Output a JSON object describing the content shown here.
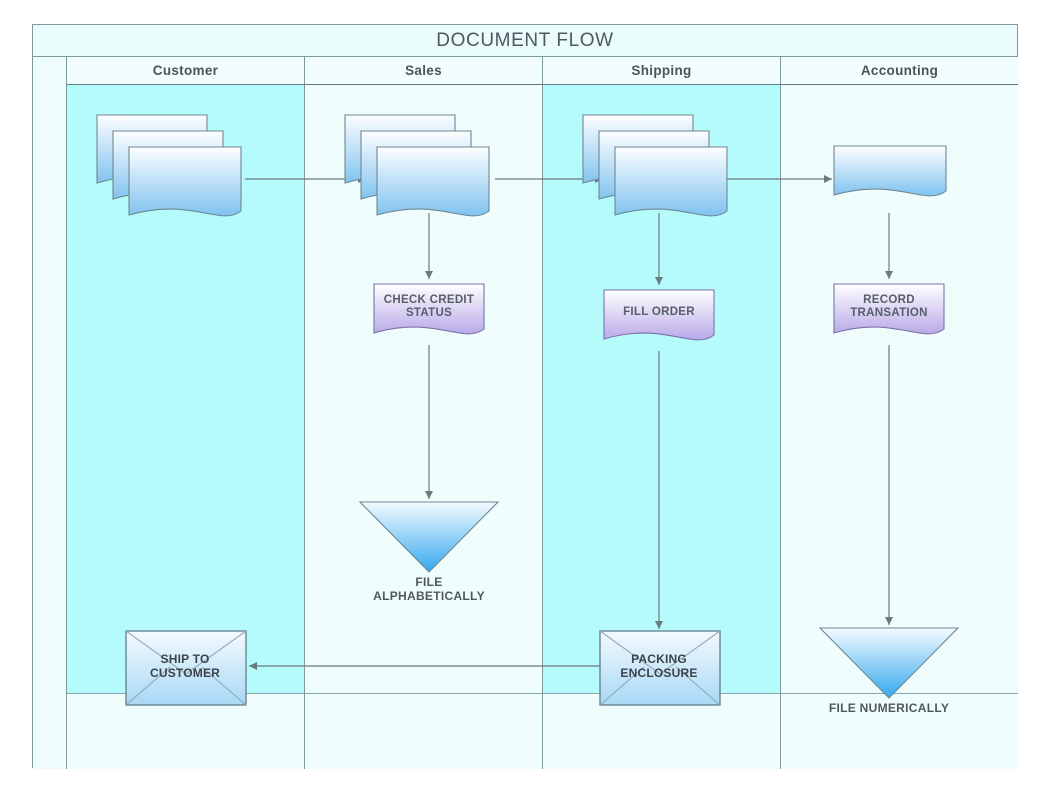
{
  "diagram": {
    "title": "DOCUMENT FLOW",
    "type": "cross-functional-flowchart",
    "lanes": [
      {
        "id": "customer",
        "label": "Customer",
        "highlighted": true
      },
      {
        "id": "sales",
        "label": "Sales",
        "highlighted": false
      },
      {
        "id": "shipping",
        "label": "Shipping",
        "highlighted": true
      },
      {
        "id": "accounting",
        "label": "Accounting",
        "highlighted": false
      }
    ],
    "colors": {
      "frame_border": "#7d9aa0",
      "lane_highlight": "#b5fbfb",
      "lane_plain": "#effefd",
      "title_band": "#eafcfb",
      "document_fill_start": "#fdfeff",
      "document_fill_end": "#7fc2f0",
      "process_fill_start": "#ffffff",
      "process_fill_end": "#b9a9e8",
      "triangle_fill_start": "#f4fbff",
      "triangle_fill_end": "#34a8ef",
      "envelope_fill_start": "#f4fafe",
      "envelope_fill_end": "#a8d8f5",
      "connector": "#6c7a80",
      "text": "#4a5459"
    },
    "nodes": [
      {
        "id": "customer-docs",
        "lane": "customer",
        "shape": "multi-document",
        "label": ""
      },
      {
        "id": "sales-docs",
        "lane": "sales",
        "shape": "multi-document",
        "label": ""
      },
      {
        "id": "shipping-docs",
        "lane": "shipping",
        "shape": "multi-document",
        "label": ""
      },
      {
        "id": "accounting-doc",
        "lane": "accounting",
        "shape": "document",
        "label": ""
      },
      {
        "id": "check-credit",
        "lane": "sales",
        "shape": "document",
        "label": "CHECK CREDIT STATUS"
      },
      {
        "id": "fill-order",
        "lane": "shipping",
        "shape": "document",
        "label": "FILL ORDER"
      },
      {
        "id": "record-transaction",
        "lane": "accounting",
        "shape": "document",
        "label": "RECORD TRANSATION"
      },
      {
        "id": "file-alphabetically",
        "lane": "sales",
        "shape": "triangle",
        "label": "FILE ALPHABETICALLY"
      },
      {
        "id": "file-numerically",
        "lane": "accounting",
        "shape": "triangle",
        "label": "FILE NUMERICALLY"
      },
      {
        "id": "ship-to-customer",
        "lane": "customer",
        "shape": "envelope",
        "label": "SHIP TO CUSTOMER"
      },
      {
        "id": "packing-enclosure",
        "lane": "shipping",
        "shape": "envelope",
        "label": "PACKING ENCLOSURE"
      }
    ],
    "node_labels": {
      "check_credit": "CHECK CREDIT STATUS",
      "check_credit_line1": "CHECK CREDIT",
      "check_credit_line2": "STATUS",
      "fill_order": "FILL ORDER",
      "record_transaction_line1": "RECORD",
      "record_transaction_line2": "TRANSATION",
      "file_alphabetically_line1": "FILE",
      "file_alphabetically_line2": "ALPHABETICALLY",
      "file_numerically": "FILE NUMERICALLY",
      "ship_to_customer_line1": "SHIP TO",
      "ship_to_customer_line2": "CUSTOMER",
      "packing_enclosure_line1": "PACKING",
      "packing_enclosure_line2": "ENCLOSURE"
    },
    "edges": [
      {
        "from": "customer-docs",
        "to": "sales-docs",
        "direction": "right"
      },
      {
        "from": "sales-docs",
        "to": "shipping-docs",
        "direction": "right"
      },
      {
        "from": "shipping-docs",
        "to": "accounting-doc",
        "direction": "right"
      },
      {
        "from": "sales-docs",
        "to": "check-credit",
        "direction": "down"
      },
      {
        "from": "shipping-docs",
        "to": "fill-order",
        "direction": "down"
      },
      {
        "from": "accounting-doc",
        "to": "record-transaction",
        "direction": "down"
      },
      {
        "from": "check-credit",
        "to": "file-alphabetically",
        "direction": "down"
      },
      {
        "from": "fill-order",
        "to": "packing-enclosure",
        "direction": "down"
      },
      {
        "from": "record-transaction",
        "to": "file-numerically",
        "direction": "down"
      },
      {
        "from": "packing-enclosure",
        "to": "ship-to-customer",
        "direction": "left"
      }
    ]
  }
}
